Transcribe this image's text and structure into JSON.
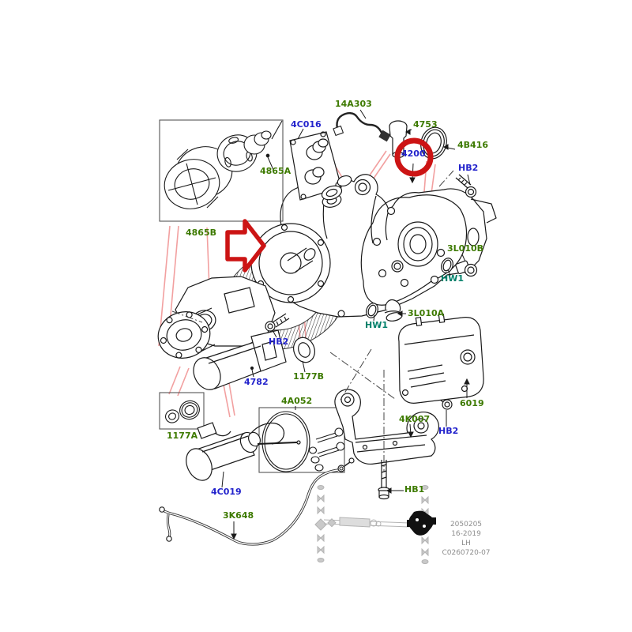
{
  "page": {
    "background": "#ffffff",
    "type": "exploded-parts-diagram"
  },
  "colors": {
    "label_green": "#3d7a00",
    "label_blue": "#2323cc",
    "label_teal": "#00806a",
    "footer_gray": "#8d8d8d",
    "highlight_red": "#cc1414",
    "leader_pink": "#f2a0a0",
    "line_black": "#1a1a1a",
    "ghost_gray": "#b3b3b3"
  },
  "highlight": {
    "circled_part": "4200",
    "marker": "red-circle-and-red-arrow"
  },
  "labels": [
    {
      "id": "14A303",
      "text": "14A303",
      "color": "green"
    },
    {
      "id": "4C016",
      "text": "4C016",
      "color": "blue"
    },
    {
      "id": "4753",
      "text": "4753",
      "color": "green"
    },
    {
      "id": "4B416",
      "text": "4B416",
      "color": "green"
    },
    {
      "id": "4200",
      "text": "4200",
      "color": "blue"
    },
    {
      "id": "HB2-top",
      "text": "HB2",
      "color": "blue"
    },
    {
      "id": "4865A",
      "text": "4865A",
      "color": "green"
    },
    {
      "id": "4865B",
      "text": "4865B",
      "color": "green"
    },
    {
      "id": "3L010B",
      "text": "3L010B",
      "color": "green"
    },
    {
      "id": "HW1-top",
      "text": "HW1",
      "color": "teal"
    },
    {
      "id": "3L010A",
      "text": "3L010A",
      "color": "green"
    },
    {
      "id": "HW1-bottom",
      "text": "HW1",
      "color": "teal"
    },
    {
      "id": "HB2-mid",
      "text": "HB2",
      "color": "blue"
    },
    {
      "id": "1177B",
      "text": "1177B",
      "color": "green"
    },
    {
      "id": "4782",
      "text": "4782",
      "color": "blue"
    },
    {
      "id": "4A052",
      "text": "4A052",
      "color": "green"
    },
    {
      "id": "1177A",
      "text": "1177A",
      "color": "green"
    },
    {
      "id": "4K007",
      "text": "4K007",
      "color": "green"
    },
    {
      "id": "HB2-bottom",
      "text": "HB2",
      "color": "blue"
    },
    {
      "id": "6019",
      "text": "6019",
      "color": "green"
    },
    {
      "id": "HB1",
      "text": "HB1",
      "color": "green"
    },
    {
      "id": "4C019",
      "text": "4C019",
      "color": "blue"
    },
    {
      "id": "3K648",
      "text": "3K648",
      "color": "green"
    }
  ],
  "footer": {
    "line1": "2050205",
    "line2": "16-2019",
    "line3": "LH",
    "line4": "C0260720-07"
  }
}
